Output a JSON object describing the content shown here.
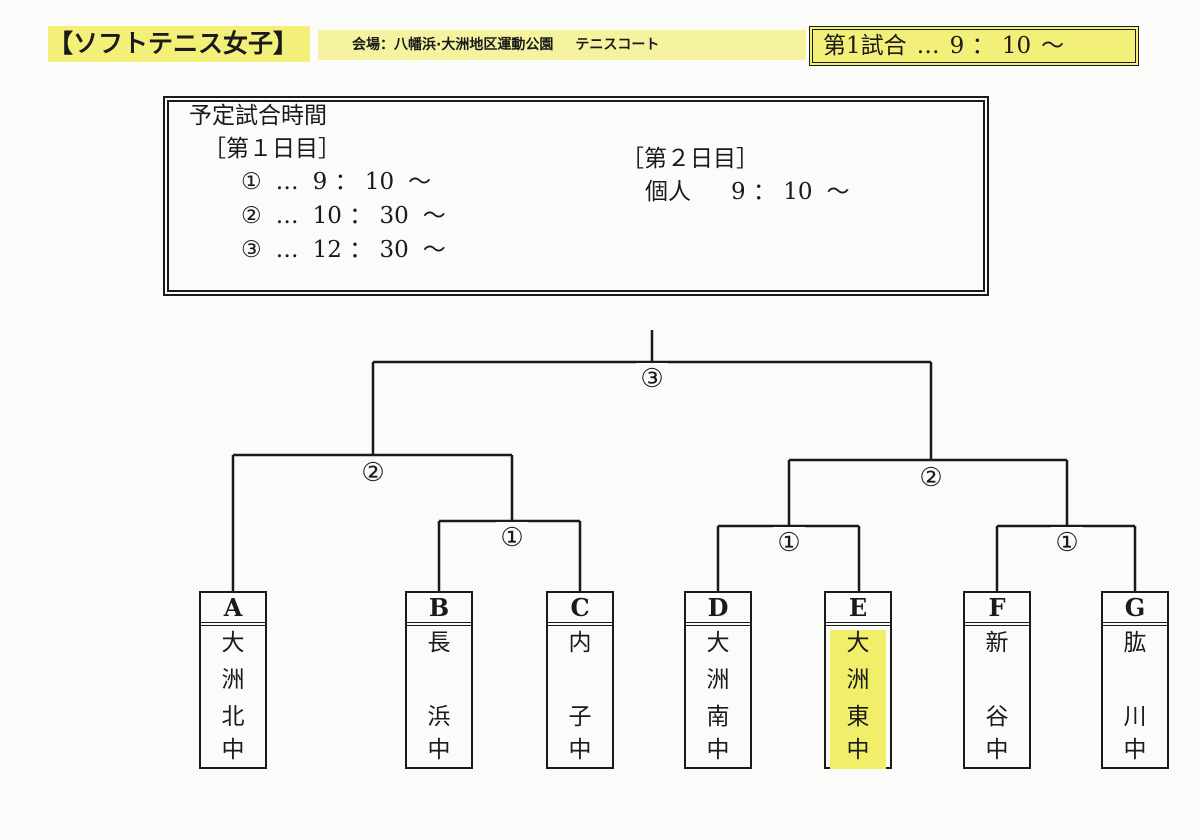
{
  "header": {
    "title": "【ソフトテニス女子】",
    "venue_label": "会場：八幡浜·大洲地区運動公園",
    "court": "テニスコート",
    "first_match": {
      "label": "第1試合",
      "dots": "…",
      "time": "9 ： 10",
      "tilde": "～"
    }
  },
  "schedule": {
    "heading": "予定試合時間",
    "day1": {
      "label": "［第１日目］",
      "rows": [
        {
          "no": "①",
          "dots": "…",
          "time": "9 ： 10",
          "tilde": "～"
        },
        {
          "no": "②",
          "dots": "…",
          "time": "10 ： 30",
          "tilde": "～"
        },
        {
          "no": "③",
          "dots": "…",
          "time": "12 ： 30",
          "tilde": "～"
        }
      ]
    },
    "day2": {
      "label": "［第２日目］",
      "rows": [
        {
          "event": "個人",
          "time": "9 ： 10",
          "tilde": "～"
        }
      ]
    }
  },
  "bracket": {
    "final_label": "③",
    "semi_left_label": "②",
    "semi_right_label": "②",
    "qf_bc_label": "①",
    "qf_de_label": "①",
    "qf_fg_label": "①",
    "teams": [
      {
        "letter": "A",
        "chars": [
          "大",
          "洲",
          "北",
          "中"
        ],
        "highlight": false
      },
      {
        "letter": "B",
        "chars": [
          "長",
          "",
          "浜",
          "中"
        ],
        "highlight": false
      },
      {
        "letter": "C",
        "chars": [
          "内",
          "",
          "子",
          "中"
        ],
        "highlight": false
      },
      {
        "letter": "D",
        "chars": [
          "大",
          "洲",
          "南",
          "中"
        ],
        "highlight": false
      },
      {
        "letter": "E",
        "chars": [
          "大",
          "洲",
          "東",
          "中"
        ],
        "highlight": true
      },
      {
        "letter": "F",
        "chars": [
          "新",
          "",
          "谷",
          "中"
        ],
        "highlight": false
      },
      {
        "letter": "G",
        "chars": [
          "肱",
          "",
          "川",
          "中"
        ],
        "highlight": false
      }
    ]
  },
  "colors": {
    "highlight": "#f3f07a",
    "ink": "#1a1a1a",
    "paper": "#fbfbf9"
  }
}
